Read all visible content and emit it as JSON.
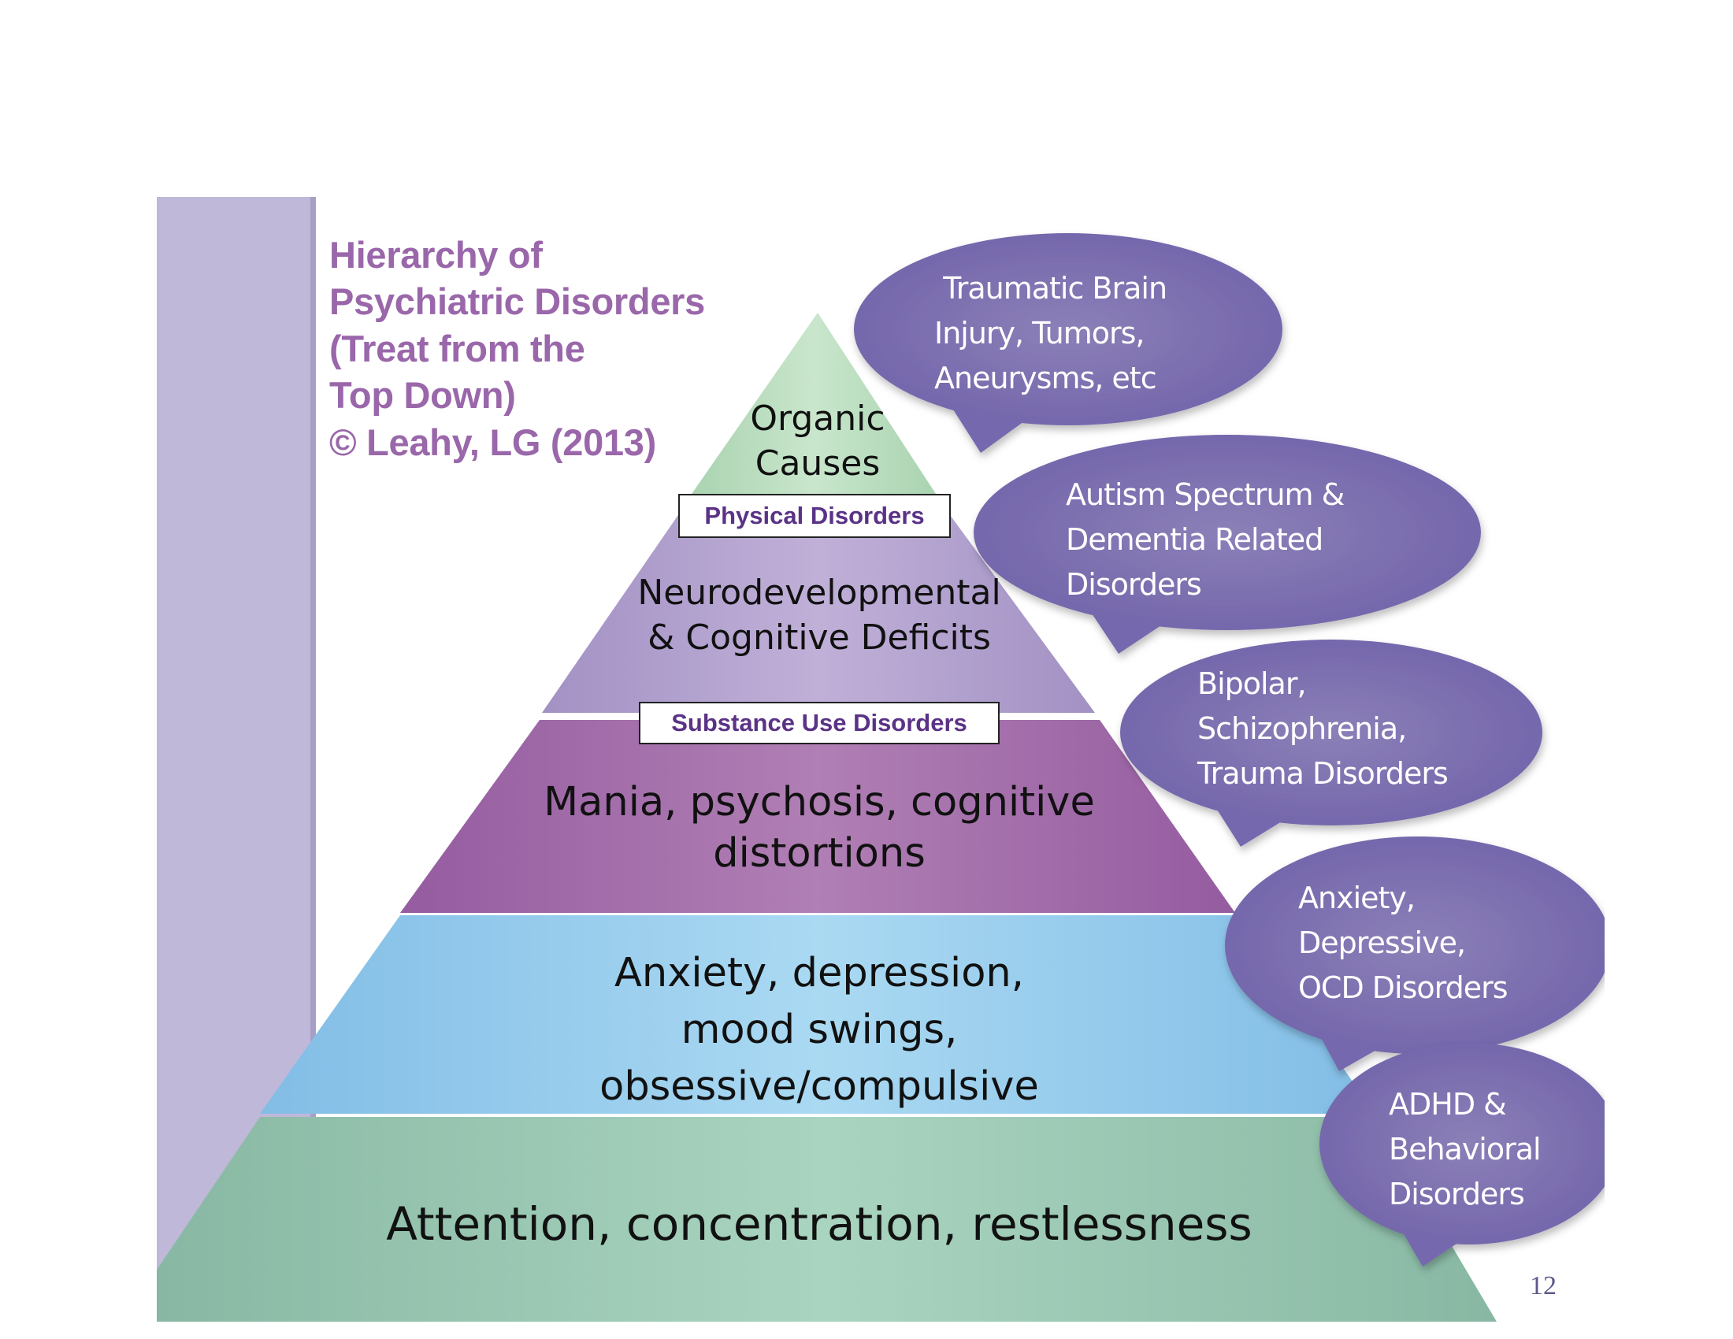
{
  "slide": {
    "title_lines": [
      "Hierarchy of",
      "Psychiatric Disorders",
      "(Treat from the",
      "Top Down)",
      "© Leahy, LG (2013)"
    ],
    "page_number": "12"
  },
  "colors": {
    "sidebar": "#bfb8d9",
    "title": "#9a67aa",
    "tier_organic": "#bfe0c4",
    "tier_neuro": "#b7a6cf",
    "tier_mania": "#a46aaa",
    "tier_anxiety": "#a3d3ef",
    "tier_attention": "#9ecab5",
    "bubble": "#7b6db0",
    "label_text": "#5a3286"
  },
  "pyramid": {
    "tiers": [
      {
        "id": "organic",
        "lines": [
          "Organic",
          "Causes"
        ]
      },
      {
        "id": "neuro",
        "lines": [
          "Neurodevelopmental",
          "& Cognitive Deficits"
        ]
      },
      {
        "id": "mania",
        "lines": [
          "Mania, psychosis, cognitive",
          "distortions"
        ]
      },
      {
        "id": "anxiety",
        "lines": [
          "Anxiety, depression,",
          "mood swings,",
          "obsessive/compulsive"
        ]
      },
      {
        "id": "attention",
        "lines": [
          "Attention, concentration, restlessness"
        ]
      }
    ],
    "labels": {
      "physical": "Physical Disorders",
      "substance": "Substance Use Disorders"
    }
  },
  "bubbles": [
    {
      "id": "tbi",
      "lines": [
        " Traumatic Brain",
        "Injury, Tumors,",
        "Aneurysms, etc"
      ]
    },
    {
      "id": "autism",
      "lines": [
        "Autism Spectrum &",
        "Dementia Related",
        "Disorders"
      ]
    },
    {
      "id": "bipolar",
      "lines": [
        "Bipolar,",
        "Schizophrenia,",
        "Trauma Disorders"
      ]
    },
    {
      "id": "anxiety",
      "lines": [
        "Anxiety,",
        "Depressive,",
        "OCD Disorders"
      ]
    },
    {
      "id": "adhd",
      "lines": [
        "ADHD &",
        "Behavioral",
        "Disorders"
      ]
    }
  ]
}
